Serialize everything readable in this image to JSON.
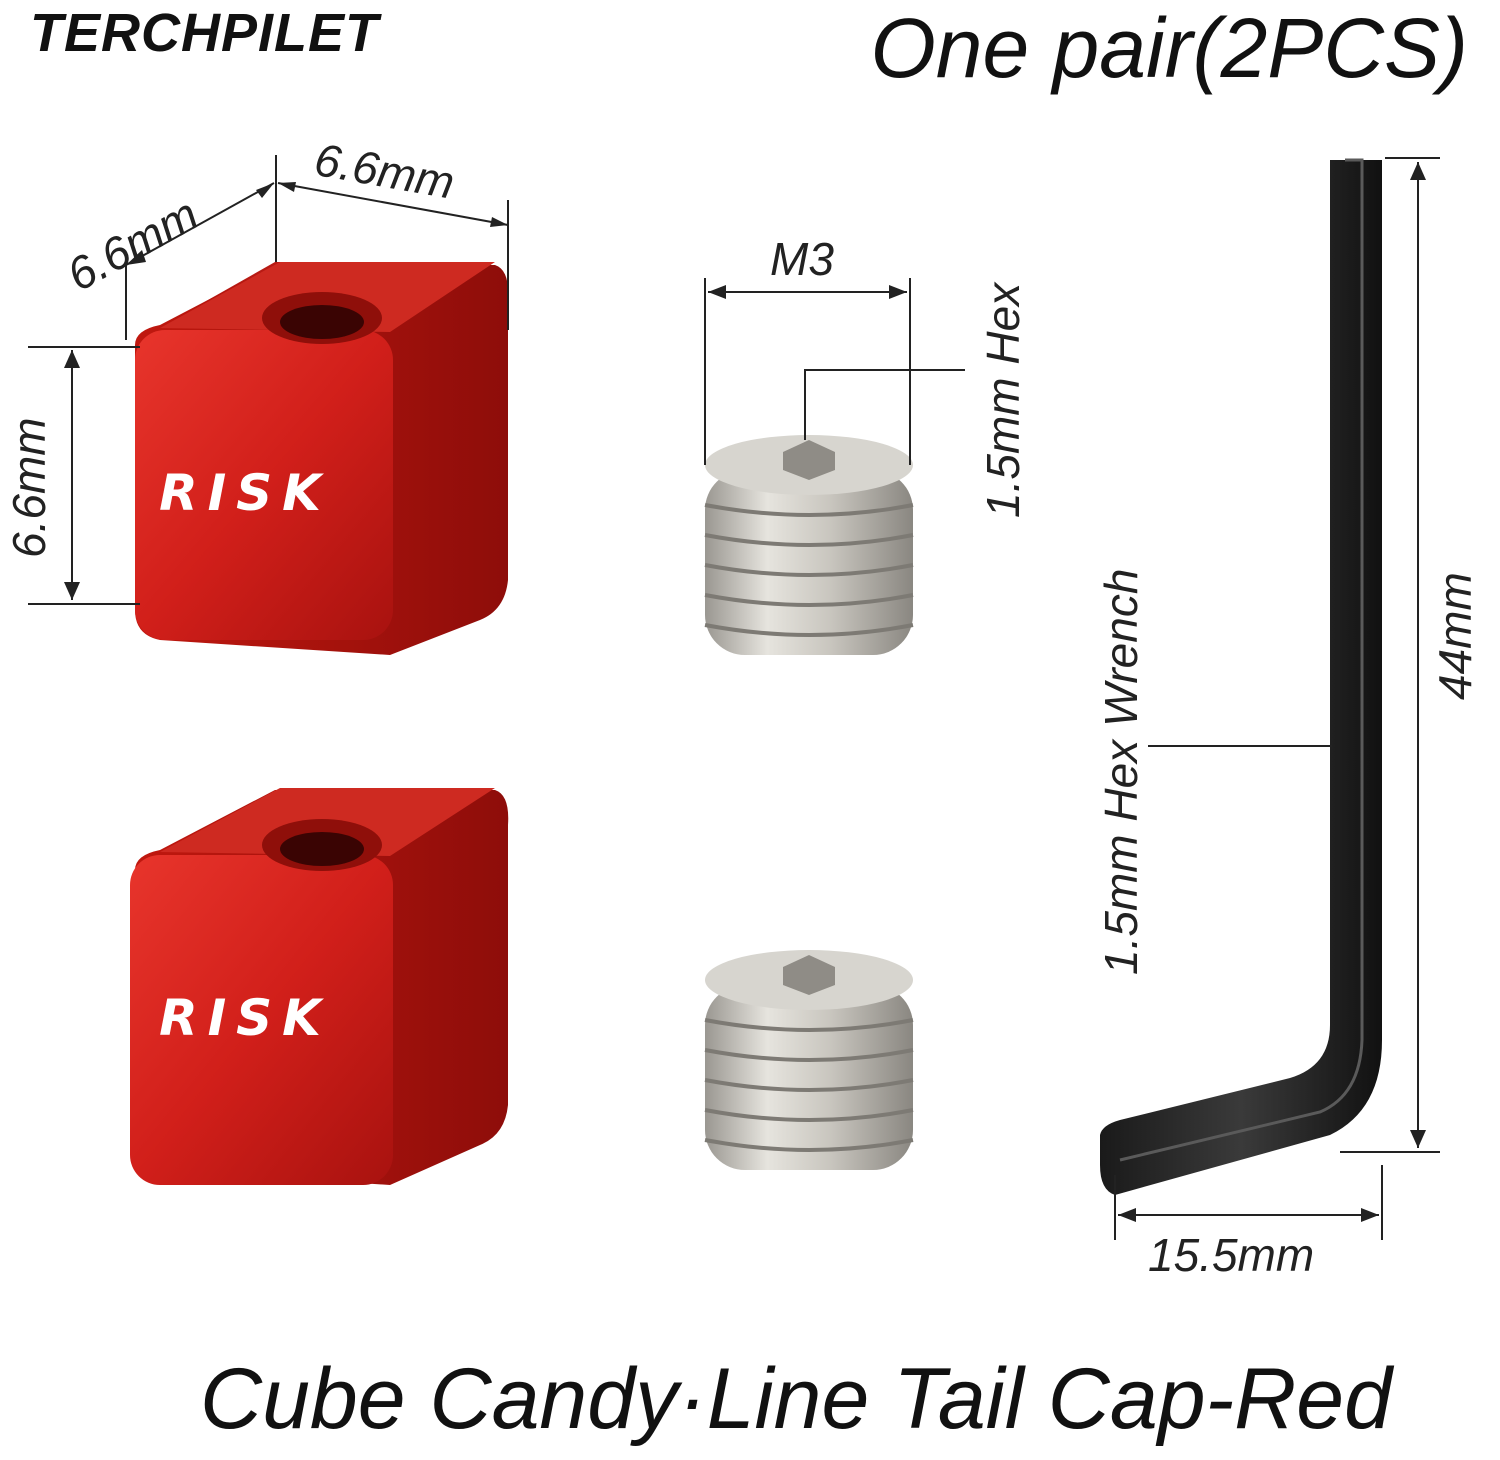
{
  "brand": "TERCHPILET",
  "headline": "One pair(2PCS)",
  "footer": "Cube Candy·Line Tail Cap-Red",
  "cube": {
    "logo": "RISK",
    "color": "#d9241f",
    "dim_width": "6.6mm",
    "dim_depth": "6.6mm",
    "dim_height": "6.6mm"
  },
  "screw": {
    "thread_label": "M3",
    "hex_label": "1.5mm Hex"
  },
  "wrench": {
    "name_label": "1.5mm Hex Wrench",
    "length_label": "44mm",
    "width_label": "15.5mm"
  }
}
